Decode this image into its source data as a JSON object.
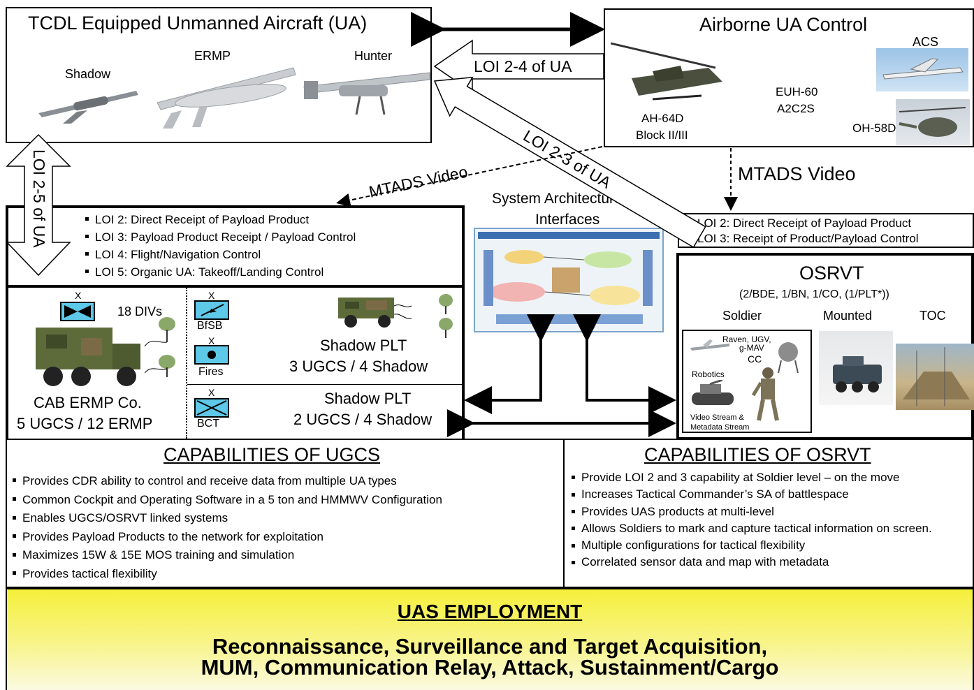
{
  "ua_box": {
    "title": "TCDL Equipped Unmanned Aircraft (UA)",
    "aircraft": [
      "Shadow",
      "ERMP",
      "Hunter"
    ]
  },
  "airborne_box": {
    "title": "Airborne UA Control",
    "ah64_line1": "AH-64D",
    "ah64_line2": "Block II/III",
    "euh60_line1": "EUH-60",
    "euh60_line2": "A2C2S",
    "acs": "ACS",
    "oh58": "OH-58D"
  },
  "arrows": {
    "loi_24": "LOI 2-4 of UA",
    "loi_23": "LOI 2-3 of UA",
    "loi_25": "LOI 2-5 of UA",
    "mtads_left": "MTADS Video",
    "mtads_right": "MTADS Video"
  },
  "loi_list_left": [
    "LOI 2: Direct Receipt of Payload Product",
    "LOI 3: Payload Product Receipt / Payload Control",
    "LOI 4: Flight/Navigation Control",
    "LOI 5: Organic UA: Takeoff/Landing Control"
  ],
  "loi_list_right": [
    "LOI 2: Direct Receipt of Payload Product",
    "LOI 3: Receipt of Product/Payload Control"
  ],
  "system_arch": {
    "line1": "System Architecture",
    "line2": "Interfaces"
  },
  "ugcs_box": {
    "cab_line1": "CAB ERMP Co.",
    "cab_line2": "5 UGCS / 12 ERMP",
    "divs": "18 DIVs",
    "x_mark": "X",
    "bfsb": "BfSB",
    "fires": "Fires",
    "bct": "BCT",
    "shadow1_line1": "Shadow PLT",
    "shadow1_line2": "3 UGCS / 4 Shadow",
    "shadow2_line1": "Shadow PLT",
    "shadow2_line2": "2 UGCS / 4 Shadow"
  },
  "osrvt_box": {
    "title": "OSRVT",
    "subtitle": "(2/BDE, 1/BN, 1/CO,  (1/PLT*))",
    "cols": [
      "Soldier",
      "Mounted",
      "TOC"
    ],
    "raven": "Raven, UGV,",
    "gmav": "g-MAV",
    "cc": "CC",
    "robotics": "Robotics",
    "video1": "Video Stream &",
    "video2": "Metadata Stream"
  },
  "cap_ugcs": {
    "title": "CAPABILITIES OF UGCS",
    "items": [
      "Provides CDR ability to control and receive data from multiple UA types",
      "Common Cockpit and Operating Software in a 5 ton and HMMWV Configuration",
      "Enables UGCS/OSRVT linked systems",
      "Provides Payload Products to the network for exploitation",
      "Maximizes 15W  & 15E MOS training and simulation",
      "Provides tactical flexibility"
    ]
  },
  "cap_osrvt": {
    "title": "CAPABILITIES OF OSRVT",
    "items": [
      "Provide LOI 2 and 3 capability at Soldier level – on the move",
      "Increases Tactical Commander’s SA of battlespace",
      "Provides UAS products at multi-level",
      "Allows Soldiers to mark and capture tactical information on screen.",
      "Multiple configurations for tactical flexibility",
      "Correlated sensor data and map with metadata"
    ]
  },
  "employment": {
    "title": "UAS EMPLOYMENT",
    "line1": "Reconnaissance, Surveillance and Target Acquisition,",
    "line2": "MUM, Communication Relay, Attack, Sustainment/Cargo"
  }
}
